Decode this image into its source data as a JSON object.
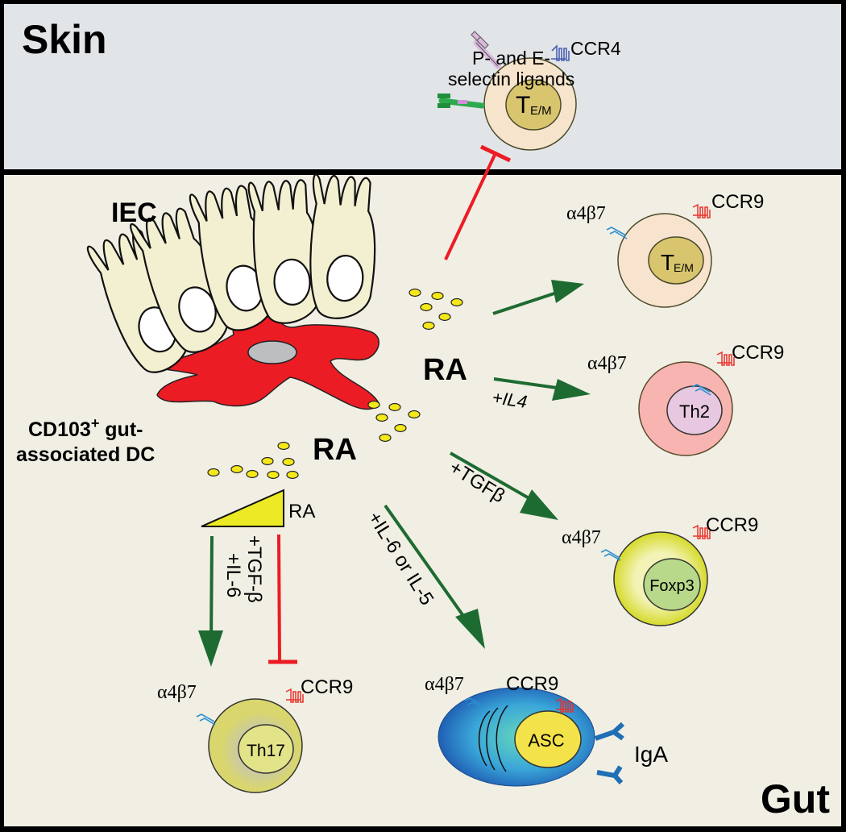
{
  "regions": {
    "skin": {
      "title": "Skin",
      "background": "#e2e5e8"
    },
    "gut": {
      "title": "Gut",
      "background": "#f1efe4"
    }
  },
  "skin_cell": {
    "label_main": "T",
    "label_sub": "E/M",
    "ligand_label_line1": "P- and E-",
    "ligand_label_line2": "selectin ligands",
    "receptor_label": "CCR4"
  },
  "gut_labels": {
    "iec": "IEC",
    "dc_line1": "CD103",
    "dc_sup": "+",
    "dc_line1_rest": " gut-",
    "dc_line2": "associated DC",
    "ra_upper": "RA",
    "ra_lower": "RA",
    "ra_gradient": "RA"
  },
  "arrows": {
    "il4": "+IL4",
    "tgfb": "+TGFβ",
    "il6_il5": "+IL-6 or IL-5",
    "tgfb_il6_line1": "+TGF-β",
    "tgfb_il6_line2": "+IL-6"
  },
  "cells": [
    {
      "id": "tem",
      "label_main": "T",
      "label_sub": "E/M",
      "integrin": "α4β7",
      "receptor": "CCR9"
    },
    {
      "id": "th2",
      "label_main": "Th2",
      "integrin": "α4β7",
      "receptor": "CCR9"
    },
    {
      "id": "treg",
      "label_main": "Foxp3",
      "integrin": "α4β7",
      "receptor": "CCR9"
    },
    {
      "id": "th17",
      "label_main": "Th17",
      "integrin": "α4β7",
      "receptor": "CCR9"
    },
    {
      "id": "asc",
      "label_main": "ASC",
      "integrin": "α4β7",
      "receptor": "CCR9",
      "secreted": "IgA"
    }
  ],
  "colors": {
    "activation_arrow": "#1e6b32",
    "inhibition": "#ec1c24",
    "dc": "#ec1c24",
    "ra_dot": "#f4e81a",
    "integrin": "#2a8fd0",
    "ccr9": "#e8322c",
    "ccr4": "#4a5fb0"
  }
}
